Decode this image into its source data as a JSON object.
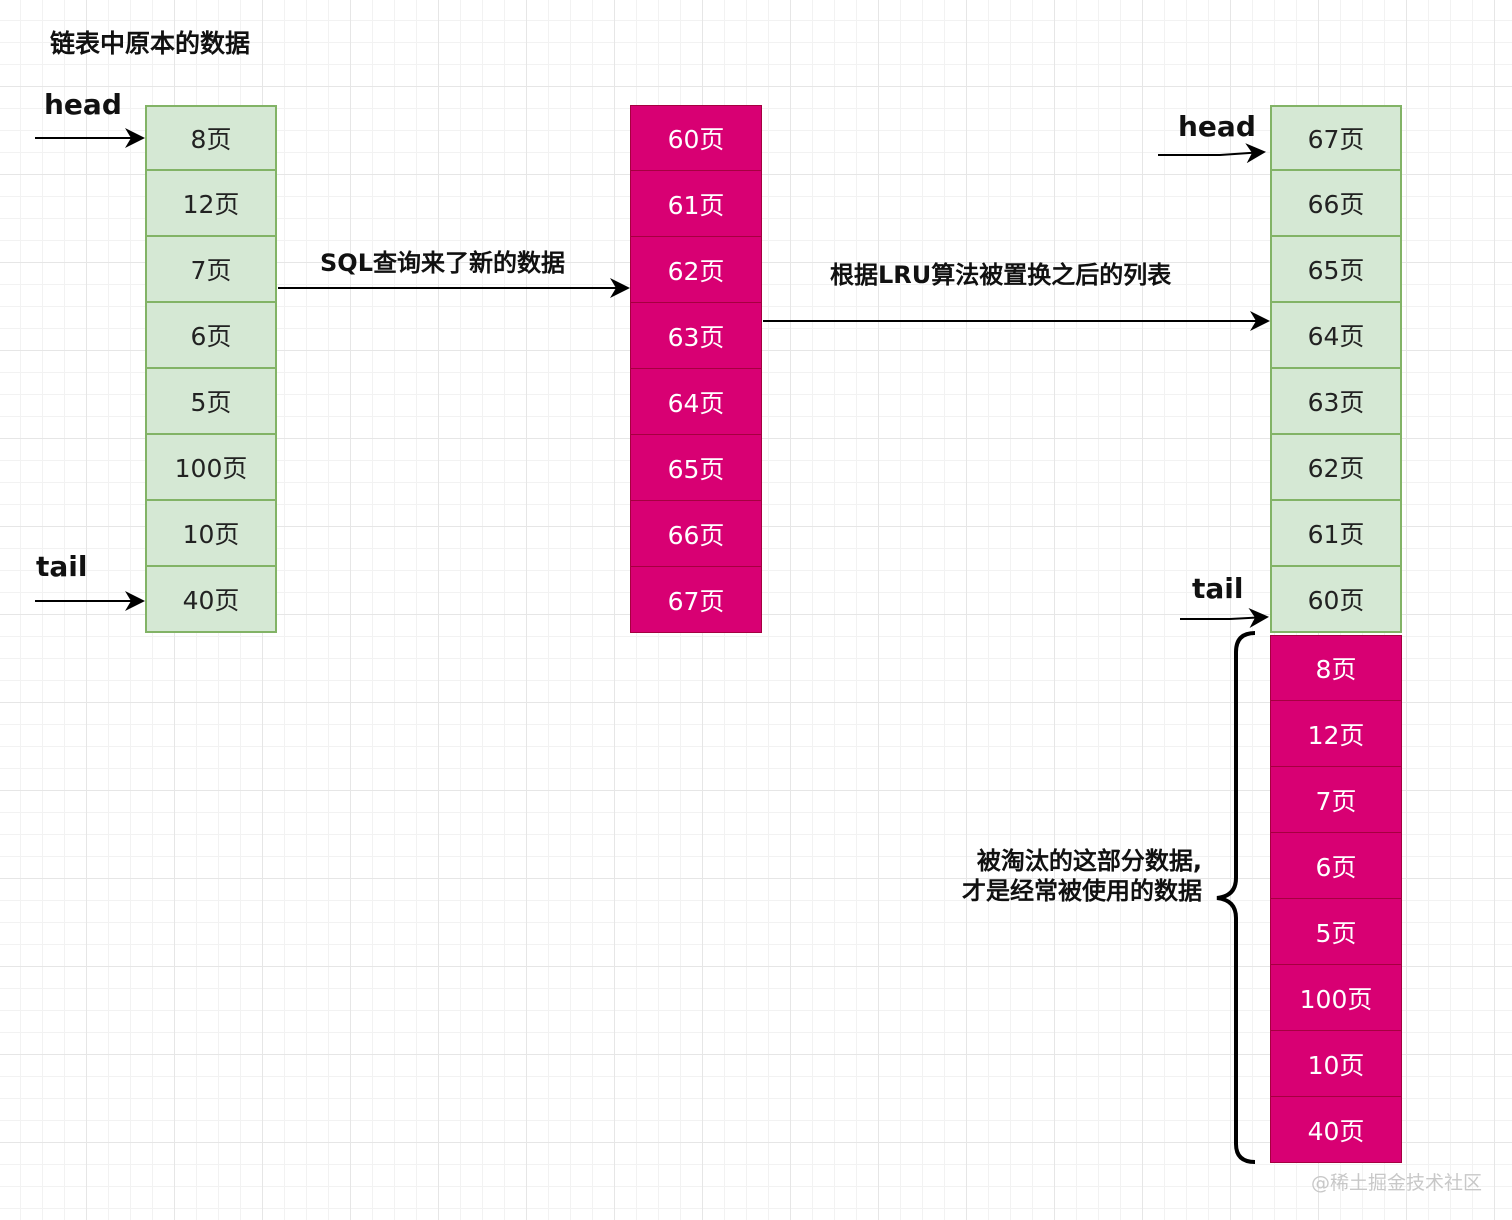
{
  "title": "链表中原本的数据",
  "labels": {
    "head": "head",
    "tail": "tail",
    "sql_caption": "SQL查询来了新的数据",
    "lru_caption": "根据LRU算法被置换之后的列表",
    "evicted_note_line1": "被淘汰的这部分数据,",
    "evicted_note_line2": "才是经常被使用的数据"
  },
  "original_list": [
    "8页",
    "12页",
    "7页",
    "6页",
    "5页",
    "100页",
    "10页",
    "40页"
  ],
  "new_data": [
    "60页",
    "61页",
    "62页",
    "63页",
    "64页",
    "65页",
    "66页",
    "67页"
  ],
  "result_list": [
    "67页",
    "66页",
    "65页",
    "64页",
    "63页",
    "62页",
    "61页",
    "60页"
  ],
  "evicted_list": [
    "8页",
    "12页",
    "7页",
    "6页",
    "5页",
    "100页",
    "10页",
    "40页"
  ],
  "colors": {
    "green_fill": "#d5e8d4",
    "green_border": "#82b366",
    "red_fill": "#d80073"
  },
  "watermark": "@稀土掘金技术社区"
}
